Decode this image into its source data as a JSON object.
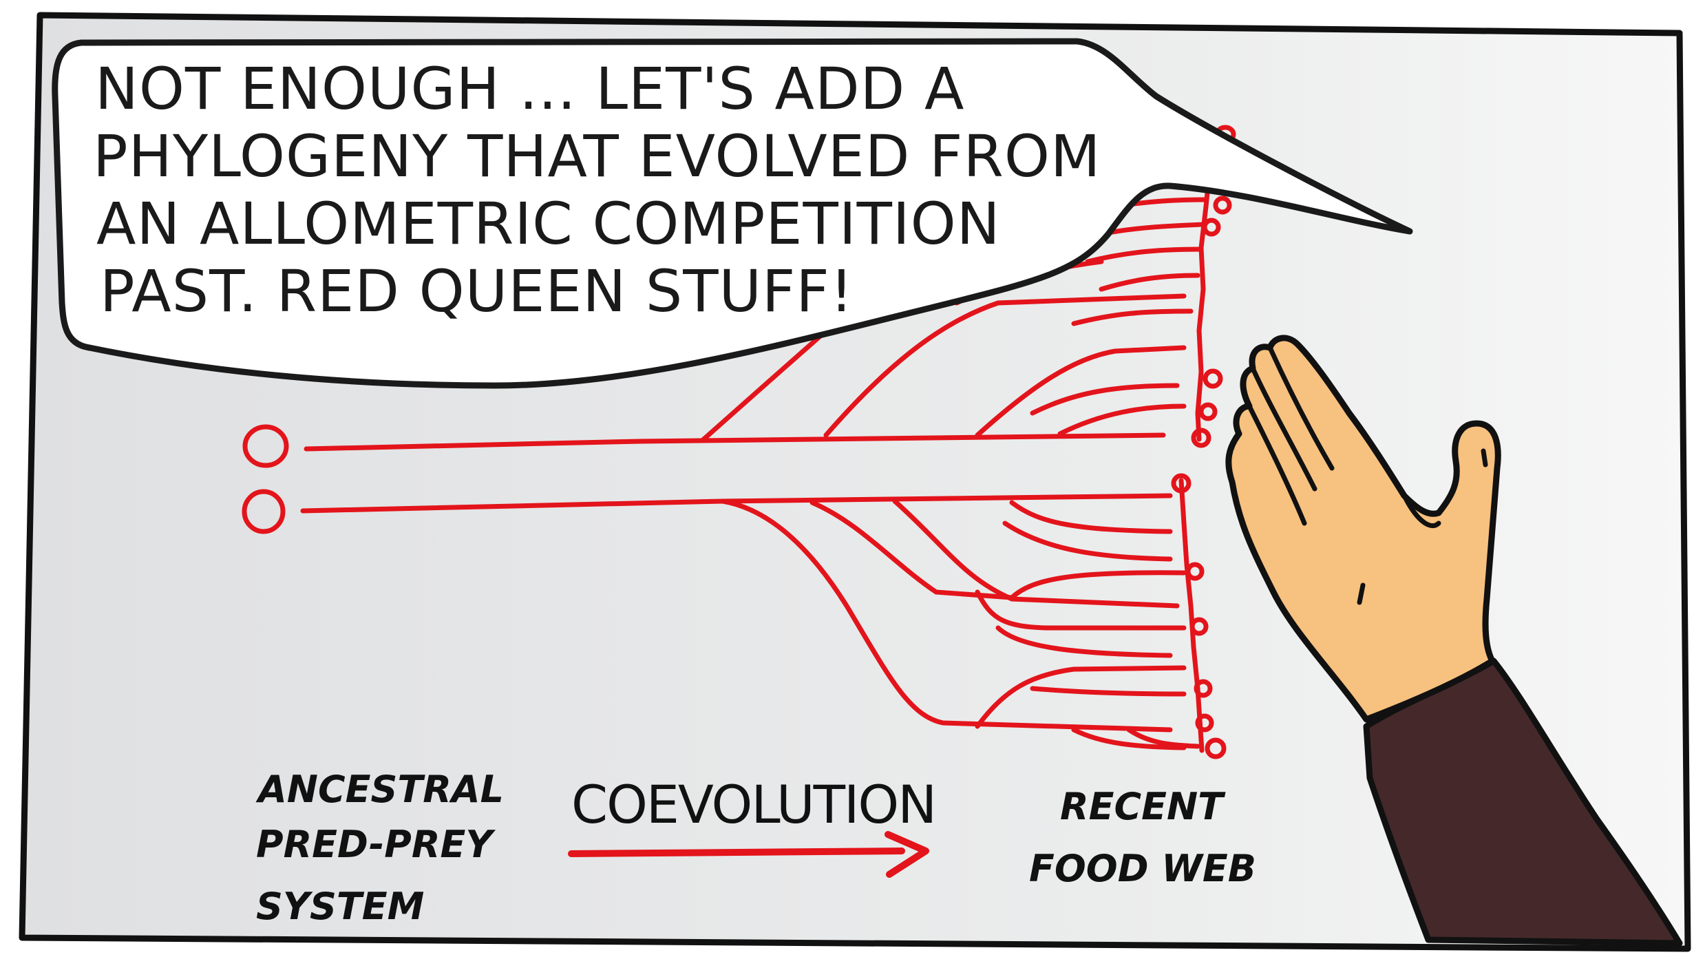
{
  "speech_bubble": {
    "lines": [
      "NOT ENOUGH ... LET'S ADD A",
      "PHYLOGENY THAT EVOLVED FROM",
      "AN ALLOMETRIC COMPETITION",
      "PAST. RED QUEEN STUFF!"
    ]
  },
  "labels": {
    "ancestral": [
      "ANCESTRAL",
      "PRED-PREY",
      "SYSTEM"
    ],
    "coevolution": "COEVOLUTION",
    "recent": [
      "RECENT",
      "FOOD WEB"
    ]
  },
  "colors": {
    "panel_background": "#e6e7e8",
    "tree_red": "#e3141b",
    "skin": "#f7c17f",
    "sleeve": "#45292a",
    "outline": "#111111"
  }
}
